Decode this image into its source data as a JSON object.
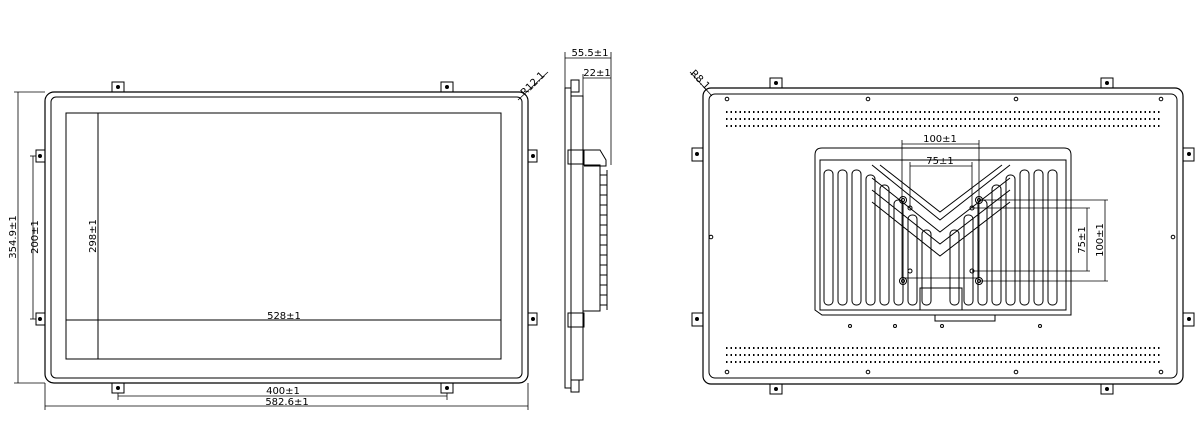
{
  "front_view": {
    "width_label": "582.6±1",
    "height_label": "354.9±1",
    "mount_pitch_h_label": "400±1",
    "mount_pitch_v_label": "200±1",
    "active_area_w_label": "528±1",
    "active_area_h_label": "298±1",
    "corner_radius_label": "R12.1"
  },
  "side_view": {
    "depth_label": "55.5±1",
    "bezel_depth_label": "22±1"
  },
  "rear_view": {
    "corner_radius_label": "R8.1",
    "vesa_outer_w_label": "100±1",
    "vesa_inner_w_label": "75±1",
    "vesa_outer_h_label": "100±1",
    "vesa_inner_h_label": "75±1"
  },
  "colors": {
    "line": "#000000",
    "background": "#ffffff"
  }
}
